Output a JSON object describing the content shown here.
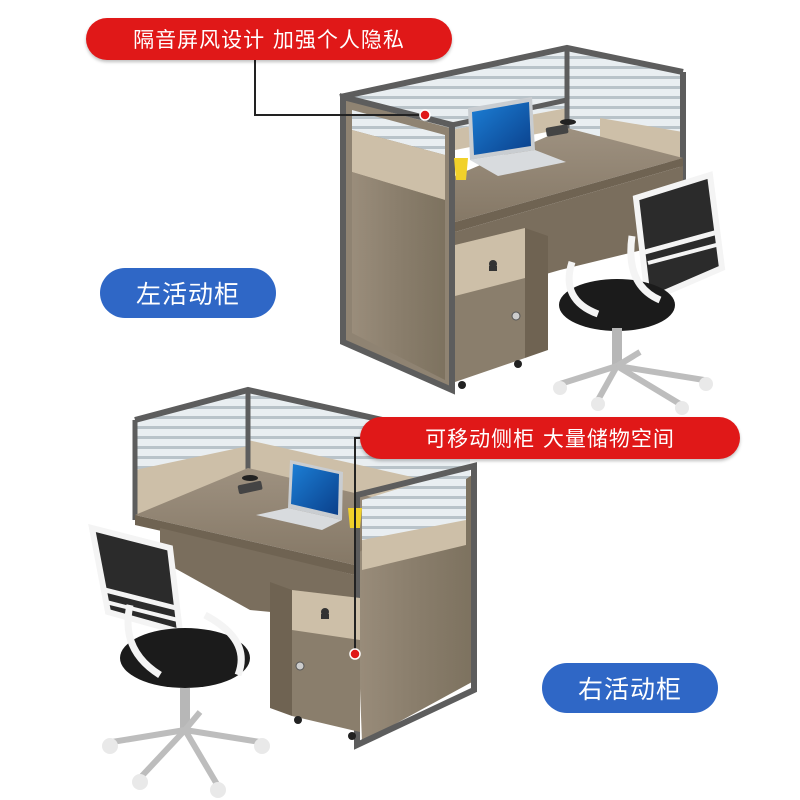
{
  "callouts": {
    "top": "隔音屏风设计 加强个人隐私",
    "bottom": "可移动侧柜 大量储物空间"
  },
  "labels": {
    "left_cabinet": "左活动柜",
    "right_cabinet": "右活动柜"
  },
  "colors": {
    "callout_red": "#e01818",
    "label_blue": "#2f67c6",
    "frame_gray": "#5d5d5d",
    "wood": "#8f8372",
    "panel_beige": "#cdbfa8"
  }
}
